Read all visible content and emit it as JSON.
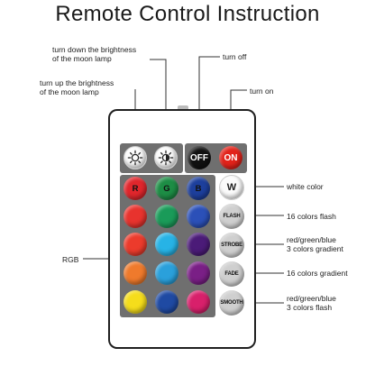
{
  "title": "Remote Control Instruction",
  "callouts": {
    "dim_down": [
      "turn down the brightness",
      "of the moon lamp"
    ],
    "dim_up": [
      "turn up the brightness",
      "of the moon lamp"
    ],
    "turn_off": "turn off",
    "turn_on": "turn on",
    "white_color": "white color",
    "flash": "16 colors flash",
    "strobe": [
      "red/green/blue",
      "3 colors gradient"
    ],
    "fade": "16 colors gradient",
    "smooth": [
      "red/green/blue",
      "3 colors flash"
    ],
    "rgb": "RGB"
  },
  "buttons": {
    "off_label": "OFF",
    "on_label": "ON",
    "r_label": "R",
    "g_label": "G",
    "b_label": "B",
    "w_label": "W",
    "flash_label": "FLASH",
    "strobe_label": "STROBE",
    "fade_label": "FADE",
    "smooth_label": "SMOOTH"
  },
  "colors": {
    "red": "#e0262c",
    "green": "#1d8d45",
    "blue": "#1d3f9c",
    "row2": [
      "#e8332e",
      "#1a9b59",
      "#2b50b8"
    ],
    "row3": [
      "#ec3b2c",
      "#27b3e6",
      "#4b1b78"
    ],
    "row4": [
      "#ef7a2c",
      "#2aa0db",
      "#7a1f86"
    ],
    "row5": [
      "#f5dd1b",
      "#1f4aa3",
      "#d8206b"
    ],
    "off_button": "#111111",
    "on_button": "#e2231a",
    "panel": "#6f6f6f"
  }
}
